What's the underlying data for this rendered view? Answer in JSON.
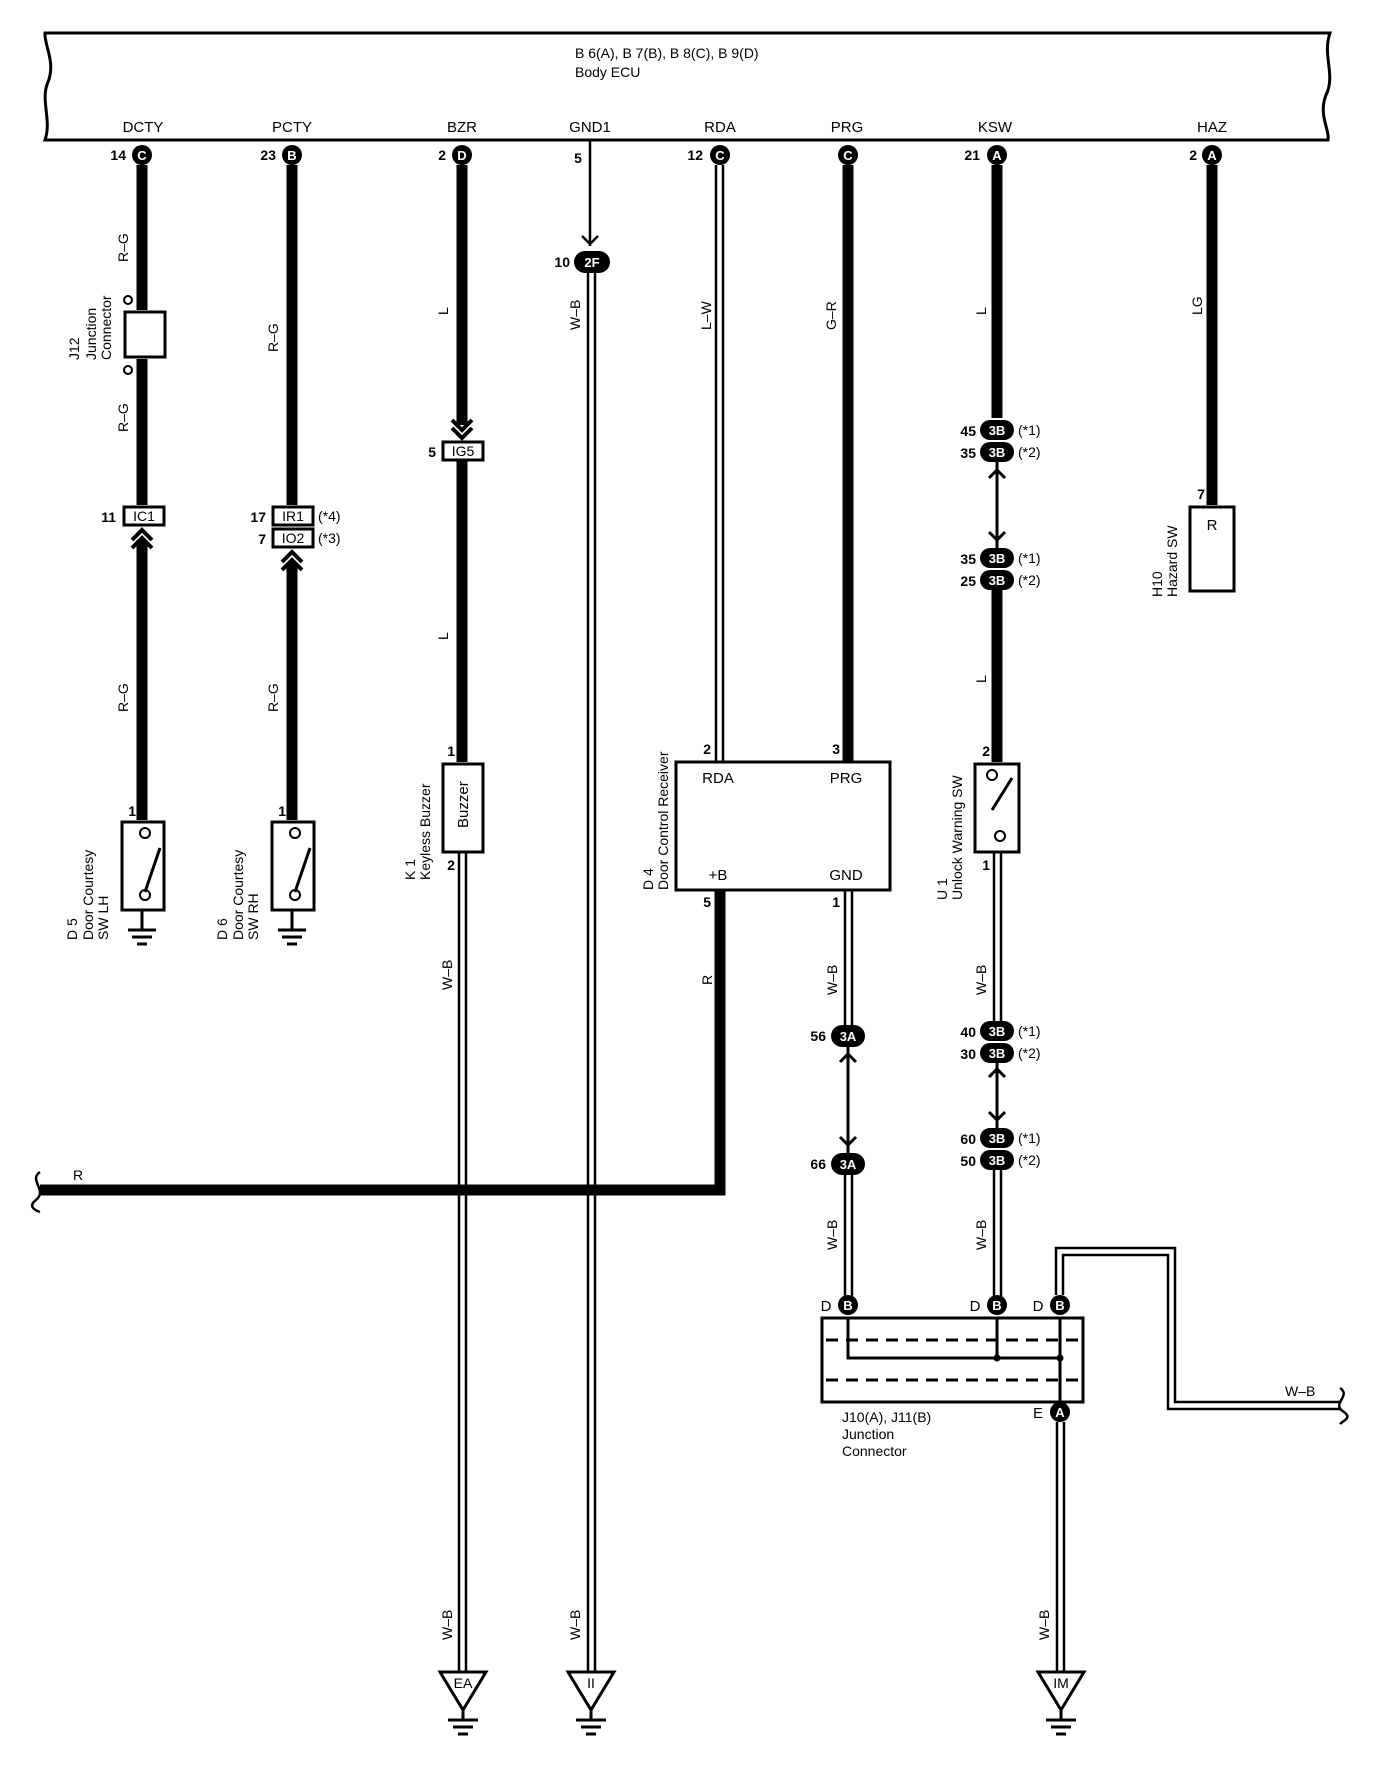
{
  "ecu": {
    "connectors": "B 6(A), B 7(B), B 8(C), B 9(D)",
    "name": "Body ECU",
    "terminals": [
      "DCTY",
      "PCTY",
      "BZR",
      "GND1",
      "RDA",
      "PRG",
      "KSW",
      "HAZ"
    ],
    "pins": [
      {
        "num": "14",
        "conn": "C"
      },
      {
        "num": "23",
        "conn": "B"
      },
      {
        "num": "2",
        "conn": "D"
      },
      {
        "num": "5",
        "conn": ""
      },
      {
        "num": "12",
        "conn": "C"
      },
      {
        "num": "",
        "conn": "C"
      },
      {
        "num": "21",
        "conn": "A"
      },
      {
        "num": "2",
        "conn": "A"
      }
    ]
  },
  "wire_colors": {
    "rg": "R–G",
    "l": "L",
    "wb": "W–B",
    "lw": "L–W",
    "gr": "G–R",
    "lg": "LG",
    "r": "R"
  },
  "splices": {
    "s2f": {
      "pin": "10",
      "id": "2F"
    },
    "ic1": {
      "pin": "11",
      "id": "IC1"
    },
    "ir1": {
      "pin": "17",
      "id": "IR1",
      "note": "(*4)"
    },
    "io2": {
      "pin": "7",
      "id": "IO2",
      "note": "(*3)"
    },
    "ig5": {
      "pin": "5",
      "id": "IG5"
    },
    "s3a_56": {
      "pin": "56",
      "id": "3A"
    },
    "s3a_66": {
      "pin": "66",
      "id": "3A"
    },
    "ksw_top": [
      {
        "pin": "45",
        "id": "3B",
        "note": "(*1)"
      },
      {
        "pin": "35",
        "id": "3B",
        "note": "(*2)"
      }
    ],
    "ksw_mid": [
      {
        "pin": "35",
        "id": "3B",
        "note": "(*1)"
      },
      {
        "pin": "25",
        "id": "3B",
        "note": "(*2)"
      }
    ],
    "u1_a": [
      {
        "pin": "40",
        "id": "3B",
        "note": "(*1)"
      },
      {
        "pin": "30",
        "id": "3B",
        "note": "(*2)"
      }
    ],
    "u1_b": [
      {
        "pin": "60",
        "id": "3B",
        "note": "(*1)"
      },
      {
        "pin": "50",
        "id": "3B",
        "note": "(*2)"
      }
    ]
  },
  "components": {
    "j12": {
      "id": "J12",
      "name": "Junction\nConnector",
      "line1": "Junction",
      "line2": "Connector"
    },
    "d5": {
      "id": "D 5",
      "line1": "Door Courtesy",
      "line2": "SW LH",
      "pin": "1"
    },
    "d6": {
      "id": "D 6",
      "line1": "Door Courtesy",
      "line2": "SW RH",
      "pin": "1"
    },
    "k1": {
      "id": "K 1",
      "line1": "Keyless Buzzer",
      "inner": "Buzzer",
      "pin_top": "1",
      "pin_bot": "2"
    },
    "d4": {
      "id": "D 4",
      "line1": "Door Control Receiver",
      "rda": "RDA",
      "prg": "PRG",
      "b": "+B",
      "gnd": "GND",
      "pin_rda": "2",
      "pin_prg": "3",
      "pin_b": "5",
      "pin_gnd": "1"
    },
    "u1": {
      "id": "U 1",
      "line1": "Unlock Warning SW",
      "pin_top": "2",
      "pin_bot": "1"
    },
    "h10": {
      "id": "H10",
      "line1": "Hazard SW",
      "inner": "R",
      "pin": "7"
    },
    "j10": {
      "id": "J10(A), J11(B)",
      "line1": "Junction",
      "line2": "Connector",
      "pin_d": "D",
      "conn_b": "B",
      "pin_e": "E",
      "conn_a": "A"
    }
  },
  "grounds": {
    "ea": "EA",
    "ii": "II",
    "im": "IM"
  }
}
